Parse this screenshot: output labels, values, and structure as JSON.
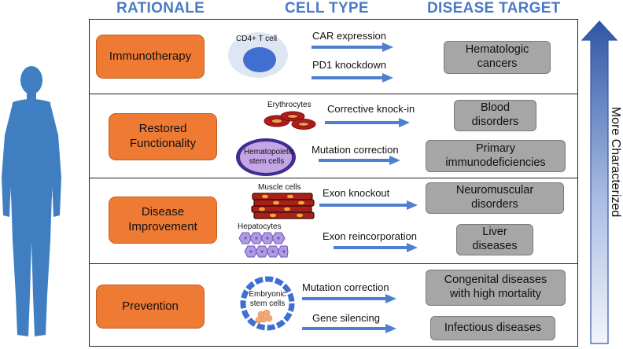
{
  "headers": {
    "rationale": "RATIONALE",
    "cell_type": "CELL TYPE",
    "disease_target": "DISEASE TARGET"
  },
  "side_label": "More Characterized",
  "rows": [
    {
      "rationale": "Immunotherapy",
      "cells": [
        "CD4+ T cell"
      ],
      "approaches": [
        "CAR expression",
        "PD1 knockdown"
      ],
      "targets": [
        "Hematologic\ncancers"
      ]
    },
    {
      "rationale": "Restored\nFunctionality",
      "cells": [
        "Erythrocytes",
        "Hematopoietic\nstem cells"
      ],
      "approaches": [
        "Corrective knock-in",
        "Mutation correction"
      ],
      "targets": [
        "Blood\ndisorders",
        "Primary\nimmunodeficiencies"
      ]
    },
    {
      "rationale": "Disease\nImprovement",
      "cells": [
        "Muscle cells",
        "Hepatocytes"
      ],
      "approaches": [
        "Exon knockout",
        "Exon reincorporation"
      ],
      "targets": [
        "Neuromuscular\ndisorders",
        "Liver\ndiseases"
      ]
    },
    {
      "rationale": "Prevention",
      "cells": [
        "Embryonic\nstem cells"
      ],
      "approaches": [
        "Mutation correction",
        "Gene silencing"
      ],
      "targets": [
        "Congenital diseases\nwith high mortality",
        "Infectious diseases"
      ]
    }
  ],
  "colors": {
    "header_blue": "#4a7ac7",
    "rationale_orange": "#ee7a34",
    "target_gray": "#a6a6a6",
    "arrow_blue": "#4f7fcf",
    "human_blue": "#3f7fc1"
  },
  "icons": {
    "human": "human-silhouette-icon",
    "t_cell": "t-cell-icon",
    "erythrocytes": "erythrocytes-icon",
    "hsc": "stem-cell-icon",
    "muscle": "muscle-cells-icon",
    "hepatocytes": "hepatocytes-icon",
    "esc": "embryonic-stem-cells-icon"
  }
}
